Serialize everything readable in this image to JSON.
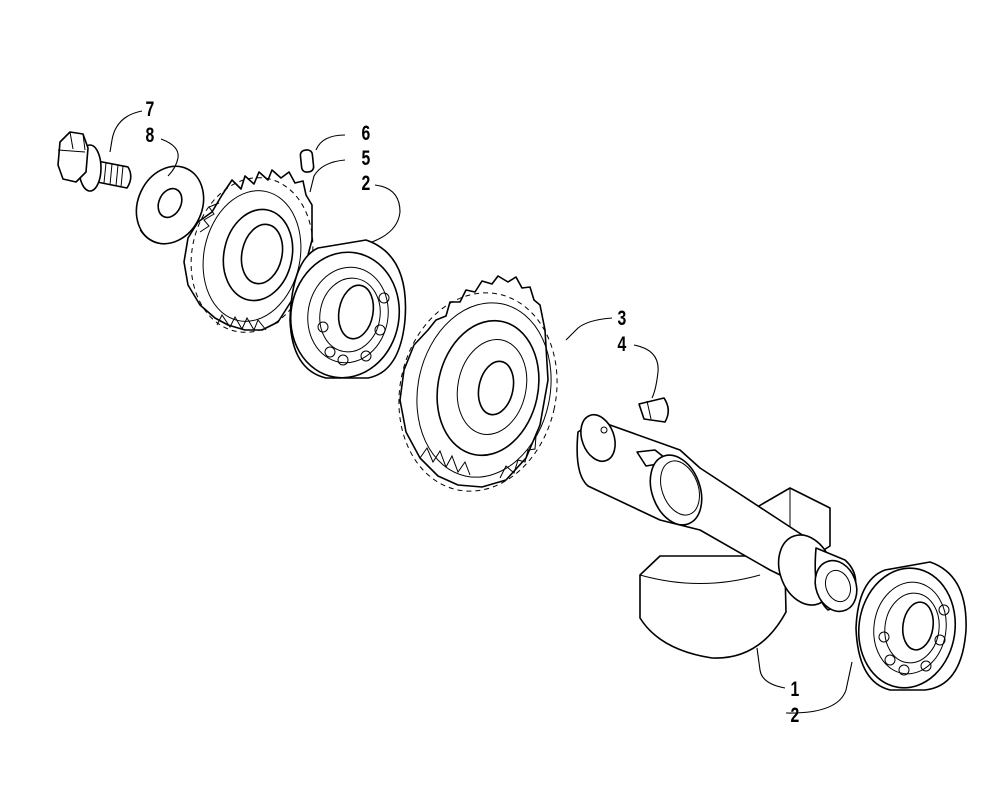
{
  "callouts": {
    "bolt_flange": "7",
    "bolt_washer": "8",
    "pin": "6",
    "small_gear": "5",
    "upper_bearing": "2",
    "large_gear": "3",
    "key": "4",
    "shaft": "1",
    "lower_bearing": "2"
  }
}
